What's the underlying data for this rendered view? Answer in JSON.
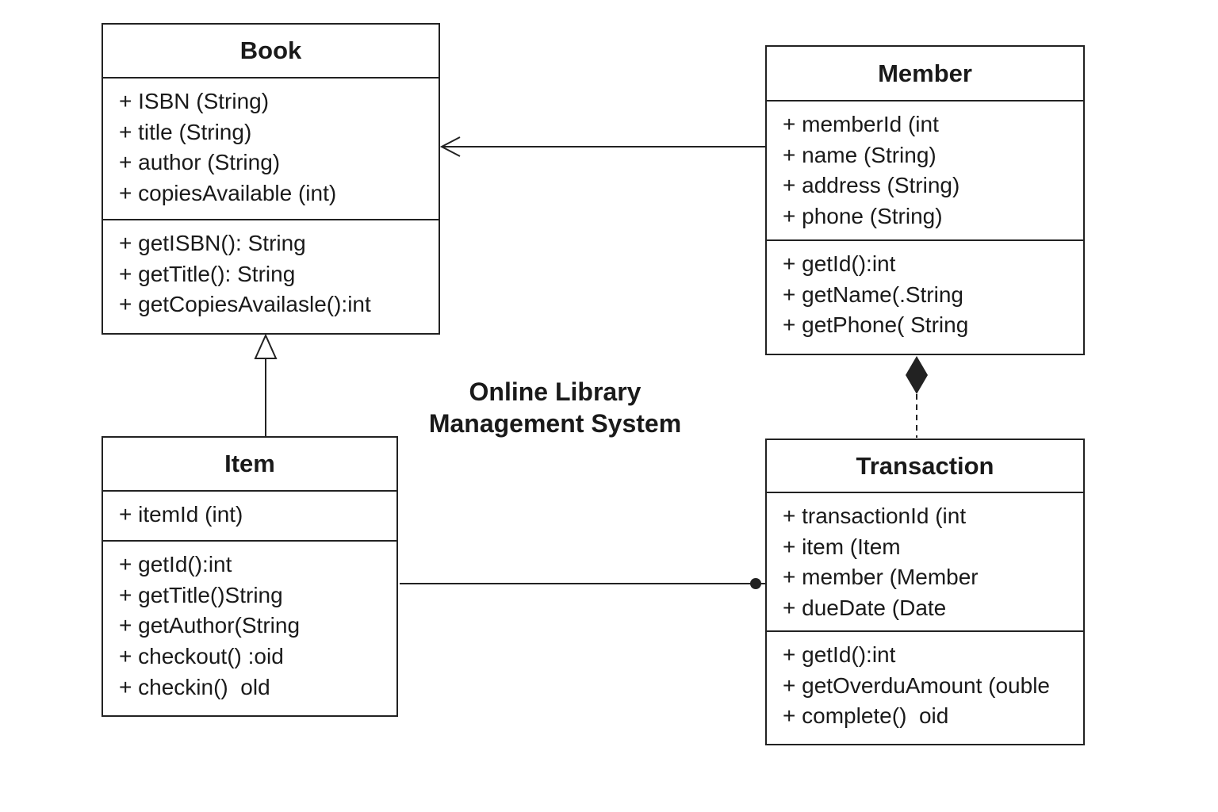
{
  "title": {
    "line1": "Online Library",
    "line2": "Management System"
  },
  "classes": {
    "book": {
      "name": "Book",
      "attributes": [
        "+ ISBN (String)",
        "+ title (String)",
        "+ author (String)",
        "+ copiesAvailable (int)"
      ],
      "methods": [
        "+ getISBN(): String",
        "+ getTitle(): String",
        "+ getCopiesAvailasle():int"
      ]
    },
    "member": {
      "name": "Member",
      "attributes": [
        "+ memberId (int",
        "+ name (String)",
        "+ address (String)",
        "+ phone (String)"
      ],
      "methods": [
        "+ getId():int",
        "+ getName(.String",
        "+ getPhone( String"
      ]
    },
    "item": {
      "name": "Item",
      "attributes": [
        "+ itemId (int)"
      ],
      "methods": [
        "+ getId():int",
        "+ getTitle()String",
        "+ getAuthor(String",
        "+ checkout() :oid",
        "+ checkin()  old"
      ]
    },
    "transaction": {
      "name": "Transaction",
      "attributes": [
        "+ transactionId (int",
        "+ item (Item",
        "+ member (Member",
        "+ dueDate (Date"
      ],
      "methods": [
        "+ getId():int",
        "+ getOverduAmount (ouble",
        "+ complete()  oid"
      ]
    }
  },
  "relationships": [
    {
      "from": "Member",
      "to": "Book",
      "type": "association-arrow"
    },
    {
      "from": "Item",
      "to": "Book",
      "type": "generalization"
    },
    {
      "from": "Transaction",
      "to": "Member",
      "type": "composition-dashed"
    },
    {
      "from": "Item",
      "to": "Transaction",
      "type": "association-dot"
    }
  ]
}
